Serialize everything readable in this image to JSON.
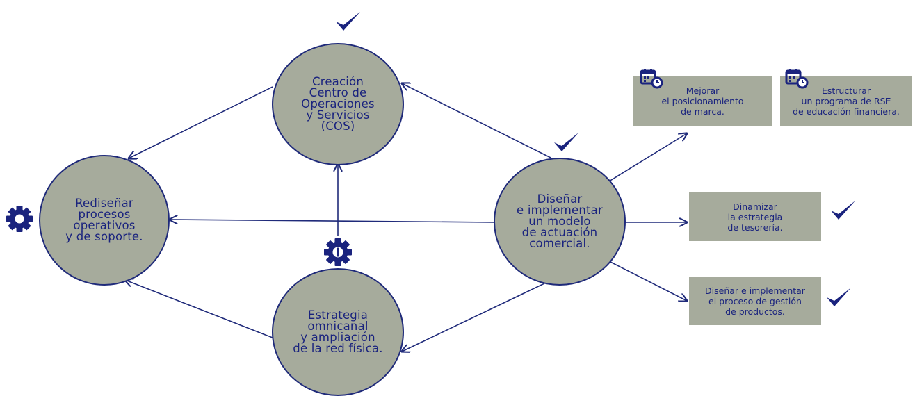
{
  "nodes": {
    "cos": "Creación\nCentro de\nOperaciones\ny Servicios\n(COS)",
    "redisenar": "Rediseñar\nprocesos\noperativos\ny de soporte.",
    "estrategia": "Estrategia\nomnicanal\ny ampliación\nde la red física.",
    "disenar": "Diseñar\ne implementar\nun modelo\nde actuación\ncomercial."
  },
  "boxes": {
    "mejorar": "Mejorar\nel posicionamiento\nde marca.",
    "estructurar": "Estructurar\nun programa de RSE\nde educación financiera.",
    "dinamizar": "Dinamizar\nla estrategia\nde tesorería.",
    "disenar_proceso": "Diseñar e implementar\nel proceso de gestión\nde productos."
  },
  "icons": {
    "check": "check-icon",
    "gear": "gear-icon",
    "calendar": "calendar-clock-icon",
    "accent": "#1a237e",
    "fill": "#a6ab9c"
  }
}
